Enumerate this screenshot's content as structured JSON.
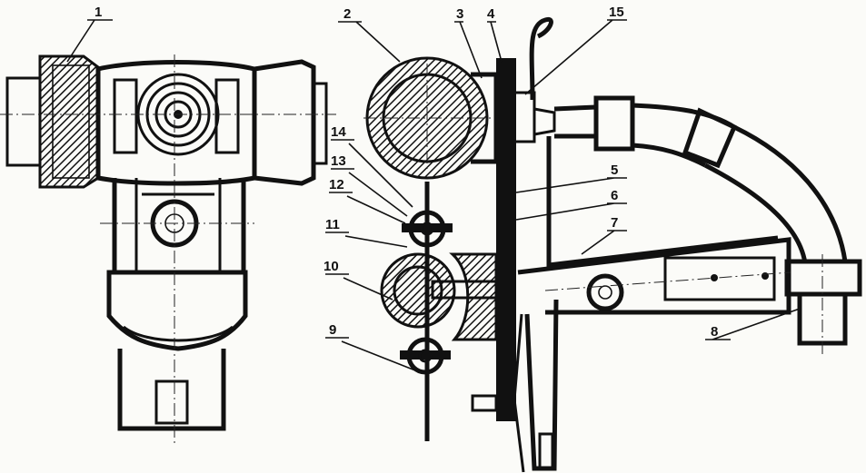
{
  "callouts": {
    "c1": "1",
    "c2": "2",
    "c3": "3",
    "c4": "4",
    "c5": "5",
    "c6": "6",
    "c7": "7",
    "c8": "8",
    "c9": "9",
    "c10": "10",
    "c11": "11",
    "c12": "12",
    "c13": "13",
    "c14": "14",
    "c15": "15"
  },
  "colors": {
    "ink": "#111111",
    "paper": "#fbfbf8"
  }
}
